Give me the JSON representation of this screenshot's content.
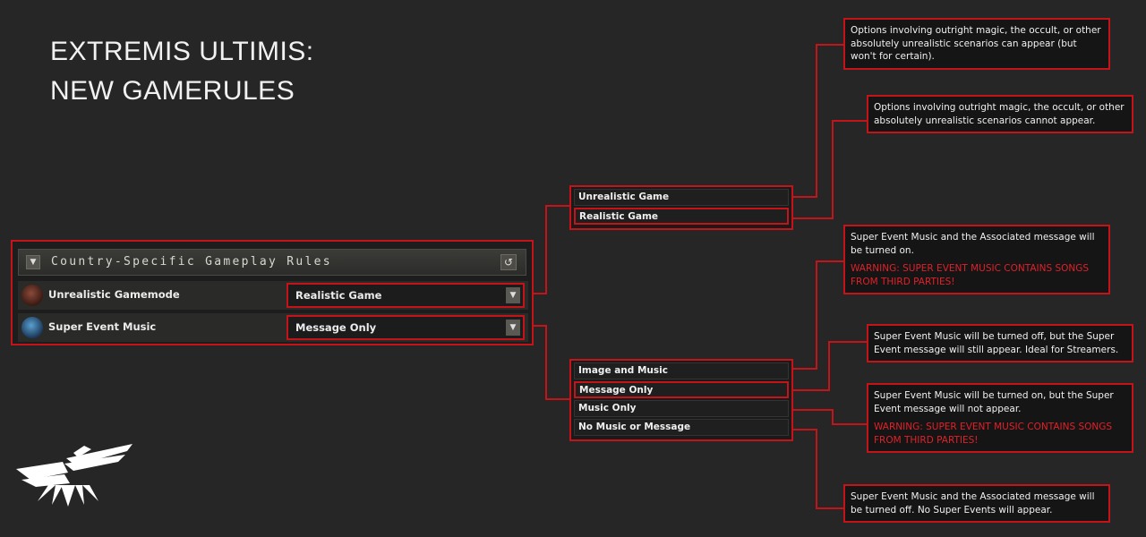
{
  "title": {
    "line1": "EXTREMIS ULTIMIS:",
    "line2": "NEW GAMERULES"
  },
  "panel": {
    "header": "Country-Specific Gameplay Rules",
    "rules": [
      {
        "label": "Unrealistic Gamemode",
        "value": "Realistic Game",
        "icon": "pentagram-icon"
      },
      {
        "label": "Super Event Music",
        "value": "Message Only",
        "icon": "music-note-icon"
      }
    ]
  },
  "dropdown_gamemode": {
    "options": [
      "Unrealistic Game",
      "Realistic Game"
    ]
  },
  "dropdown_music": {
    "options": [
      "Image and Music",
      "Message Only",
      "Music Only",
      "No Music or Message"
    ]
  },
  "descriptions": {
    "unrealistic": "Options involving outright magic, the occult, or other absolutely unrealistic scenarios can appear (but won't for certain).",
    "realistic": "Options involving outright magic, the occult, or other absolutely unrealistic scenarios cannot appear.",
    "image_music": "Super Event Music and the Associated message will be turned on.",
    "image_music_warning": "WARNING: SUPER EVENT MUSIC CONTAINS SONGS FROM THIRD PARTIES!",
    "message_only": "Super Event Music will be turned off, but the Super Event message will still appear. Ideal for Streamers.",
    "music_only": "Super Event Music will be turned on, but the Super Event message will not appear.",
    "music_only_warning": "WARNING: SUPER EVENT MUSIC CONTAINS SONGS FROM THIRD PARTIES!",
    "none": "Super Event Music and the Associated message will be turned off. No Super Events will appear."
  },
  "colors": {
    "accent": "#c4141a",
    "background": "#262626",
    "warning": "#e0212a"
  }
}
